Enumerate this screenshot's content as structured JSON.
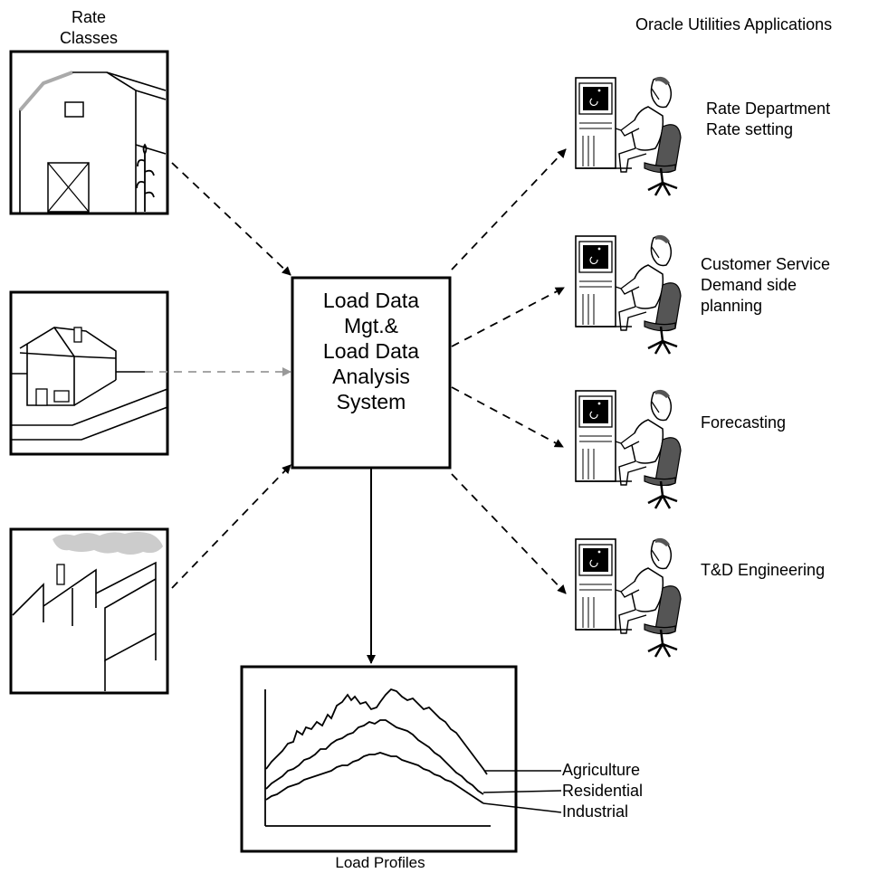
{
  "header": {
    "rate_classes_line1": "Rate",
    "rate_classes_line2": "Classes",
    "apps_title": "Oracle Utilities Applications"
  },
  "center_box": {
    "lines": [
      "Load Data",
      "Mgt.&",
      "Load Data",
      "Analysis",
      "System"
    ]
  },
  "applications": [
    {
      "lines": [
        "Rate Department",
        "Rate setting"
      ]
    },
    {
      "lines": [
        "Customer Service",
        "Demand side",
        "planning"
      ]
    },
    {
      "lines": [
        "Forecasting"
      ]
    },
    {
      "lines": [
        "T&D Engineering"
      ]
    }
  ],
  "profiles": {
    "caption": "Load Profiles",
    "series_labels": [
      "Agriculture",
      "Residential",
      "Industrial"
    ]
  },
  "icons": {
    "farm": "barn-icon",
    "residence": "house-icon",
    "industry": "factory-icon",
    "workstation": "operator-workstation-icon"
  },
  "colors": {
    "line": "#000000",
    "residential_arrow": "#999999",
    "smoke": "#cccccc"
  }
}
